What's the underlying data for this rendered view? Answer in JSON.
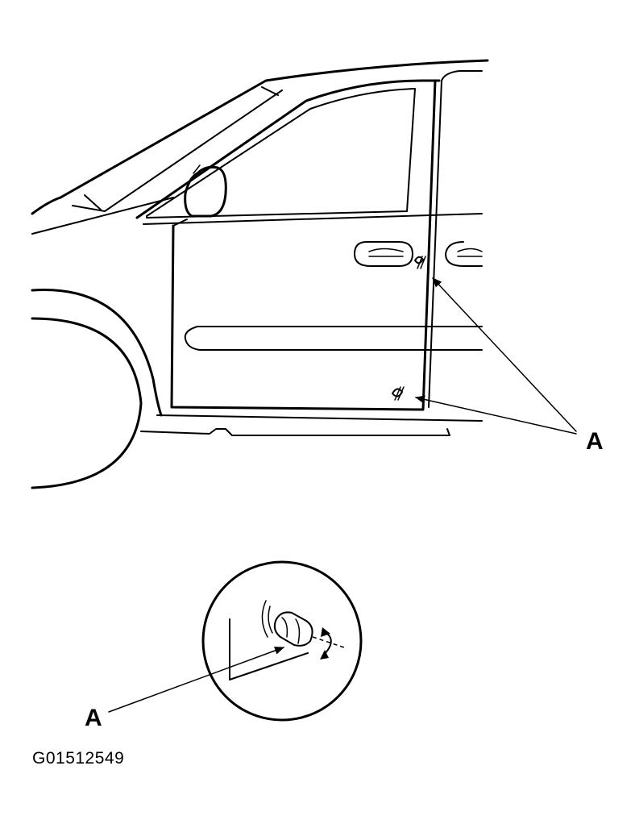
{
  "callouts": {
    "door_check_label": "A",
    "detail_label": "A"
  },
  "figure_id": "G01512549",
  "colors": {
    "ink": "#000000",
    "background": "#ffffff"
  }
}
